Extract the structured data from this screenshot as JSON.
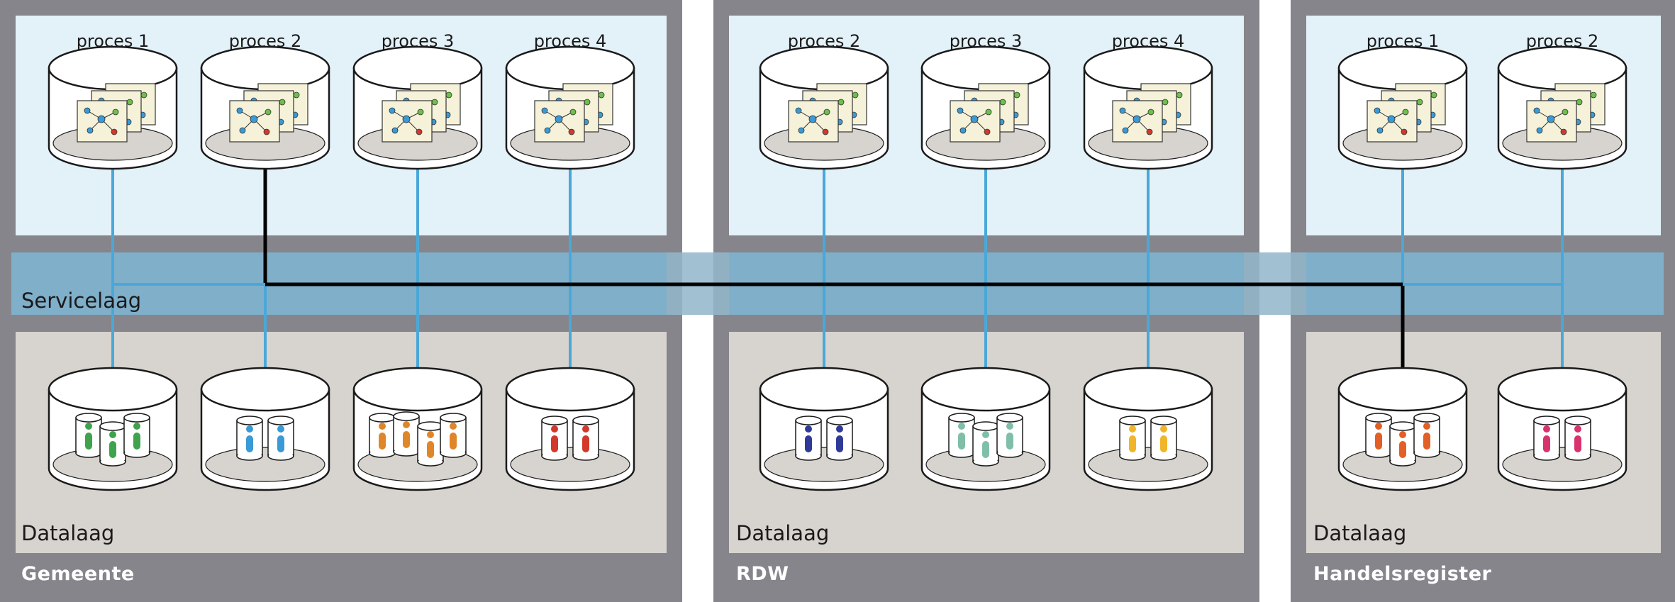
{
  "layers": {
    "service": "Servicelaag",
    "data": "Datalaag"
  },
  "organizations": [
    {
      "name": "Gemeente",
      "processes": [
        "proces 1",
        "proces 2",
        "proces 3",
        "proces 4"
      ],
      "databases": [
        {
          "color": "#3fa34d",
          "icons": 3
        },
        {
          "color": "#3a9ad6",
          "icons": 2
        },
        {
          "color": "#e0862a",
          "icons": 4
        },
        {
          "color": "#d2392b",
          "icons": 2
        }
      ]
    },
    {
      "name": "RDW",
      "processes": [
        "proces 2",
        "proces 3",
        "proces 4"
      ],
      "databases": [
        {
          "color": "#2f3a97",
          "icons": 2
        },
        {
          "color": "#7fbfa8",
          "icons": 3
        },
        {
          "color": "#f0b52a",
          "icons": 2
        }
      ]
    },
    {
      "name": "Handelsregister",
      "processes": [
        "proces 1",
        "proces 2"
      ],
      "databases": [
        {
          "color": "#e25f27",
          "icons": 3
        },
        {
          "color": "#d8336e",
          "icons": 2
        }
      ]
    }
  ],
  "colors": {
    "frame": "#86858b",
    "process_area": "#e3f1f9",
    "data_area": "#d7d3ce",
    "service_band": "#7ec0e6",
    "connector": "#4aa8d8",
    "highlight_connector": "#000000"
  }
}
